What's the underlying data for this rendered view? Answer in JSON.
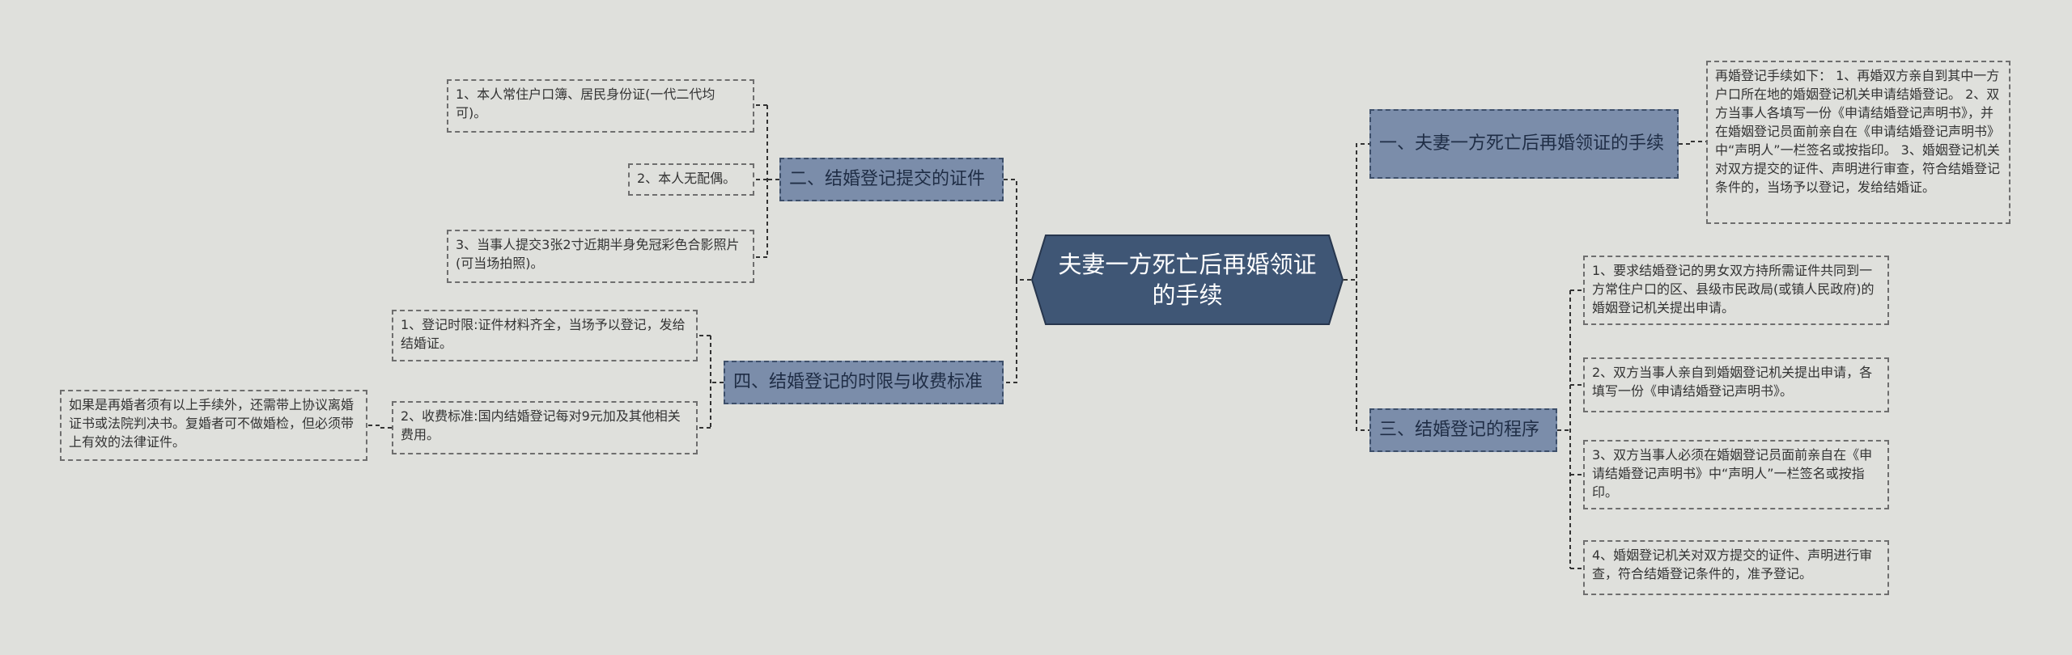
{
  "root": {
    "title": "夫妻一方死亡后再婚领证的手续"
  },
  "branches": {
    "b1": {
      "label": "一、夫妻一方死亡后再婚领证的手续"
    },
    "b2": {
      "label": "二、结婚登记提交的证件"
    },
    "b3": {
      "label": "三、结婚登记的程序"
    },
    "b4": {
      "label": "四、结婚登记的时限与收费标准"
    }
  },
  "leaves": {
    "b1_1": "再婚登记手续如下： 1、再婚双方亲自到其中一方户口所在地的婚姻登记机关申请结婚登记。 2、双方当事人各填写一份《申请结婚登记声明书》，并在婚姻登记员面前亲自在《申请结婚登记声明书》中“声明人”一栏签名或按指印。 3、婚姻登记机关对双方提交的证件、声明进行审查，符合结婚登记条件的，当场予以登记，发给结婚证。",
    "b2_1": "1、本人常住户口簿、居民身份证(一代二代均可)。",
    "b2_2": "2、本人无配偶。",
    "b2_3": "3、当事人提交3张2寸近期半身免冠彩色合影照片(可当场拍照)。",
    "b3_1": "1、要求结婚登记的男女双方持所需证件共同到一方常住户口的区、县级市民政局(或镇人民政府)的婚姻登记机关提出申请。",
    "b3_2": "2、双方当事人亲自到婚姻登记机关提出申请，各填写一份《申请结婚登记声明书》。",
    "b3_3": "3、双方当事人必须在婚姻登记员面前亲自在《申请结婚登记声明书》中“声明人”一栏签名或按指印。",
    "b3_4": "4、婚姻登记机关对双方提交的证件、声明进行审查，符合结婚登记条件的，准予登记。",
    "b4_1": "1、登记时限:证件材料齐全，当场予以登记，发给结婚证。",
    "b4_2": "2、收费标准:国内结婚登记每对9元加及其他相关费用。",
    "b4_2_1": "如果是再婚者须有以上手续外，还需带上协议离婚证书或法院判决书。复婚者可不做婚检，但必须带上有效的法律证件。"
  },
  "colors": {
    "background": "#dfe0dc",
    "root_fill": "#3f5675",
    "branch_fill": "#7b8daa",
    "connector": "#333333"
  }
}
